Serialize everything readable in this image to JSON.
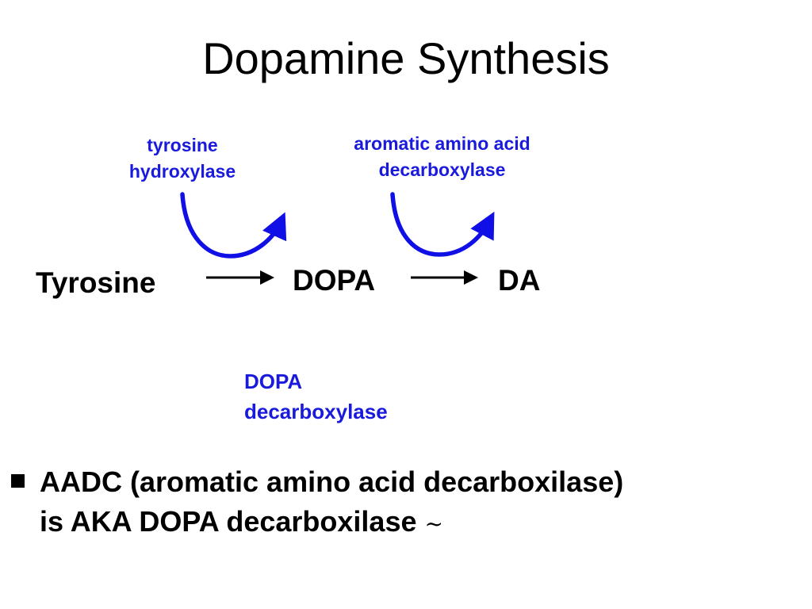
{
  "slide": {
    "title": "Dopamine Synthesis",
    "enzyme_1": {
      "line1": "tyrosine",
      "line2": "hydroxylase"
    },
    "enzyme_2": {
      "line1": "aromatic amino acid",
      "line2": "decarboxylase"
    },
    "compounds": {
      "tyrosine": "Tyrosine",
      "dopa": "DOPA",
      "da": "DA"
    },
    "enzyme_alt": {
      "line1": "DOPA",
      "line2": "decarboxylase"
    },
    "bullet": {
      "line1": "AADC (aromatic amino acid decarboxilase)",
      "line2": "is AKA DOPA decarboxilase",
      "tilde": "~"
    }
  },
  "colors": {
    "enzyme_text": "#1a1adc",
    "curved_arrow": "#1010e6",
    "reaction_arrow": "#000000"
  }
}
